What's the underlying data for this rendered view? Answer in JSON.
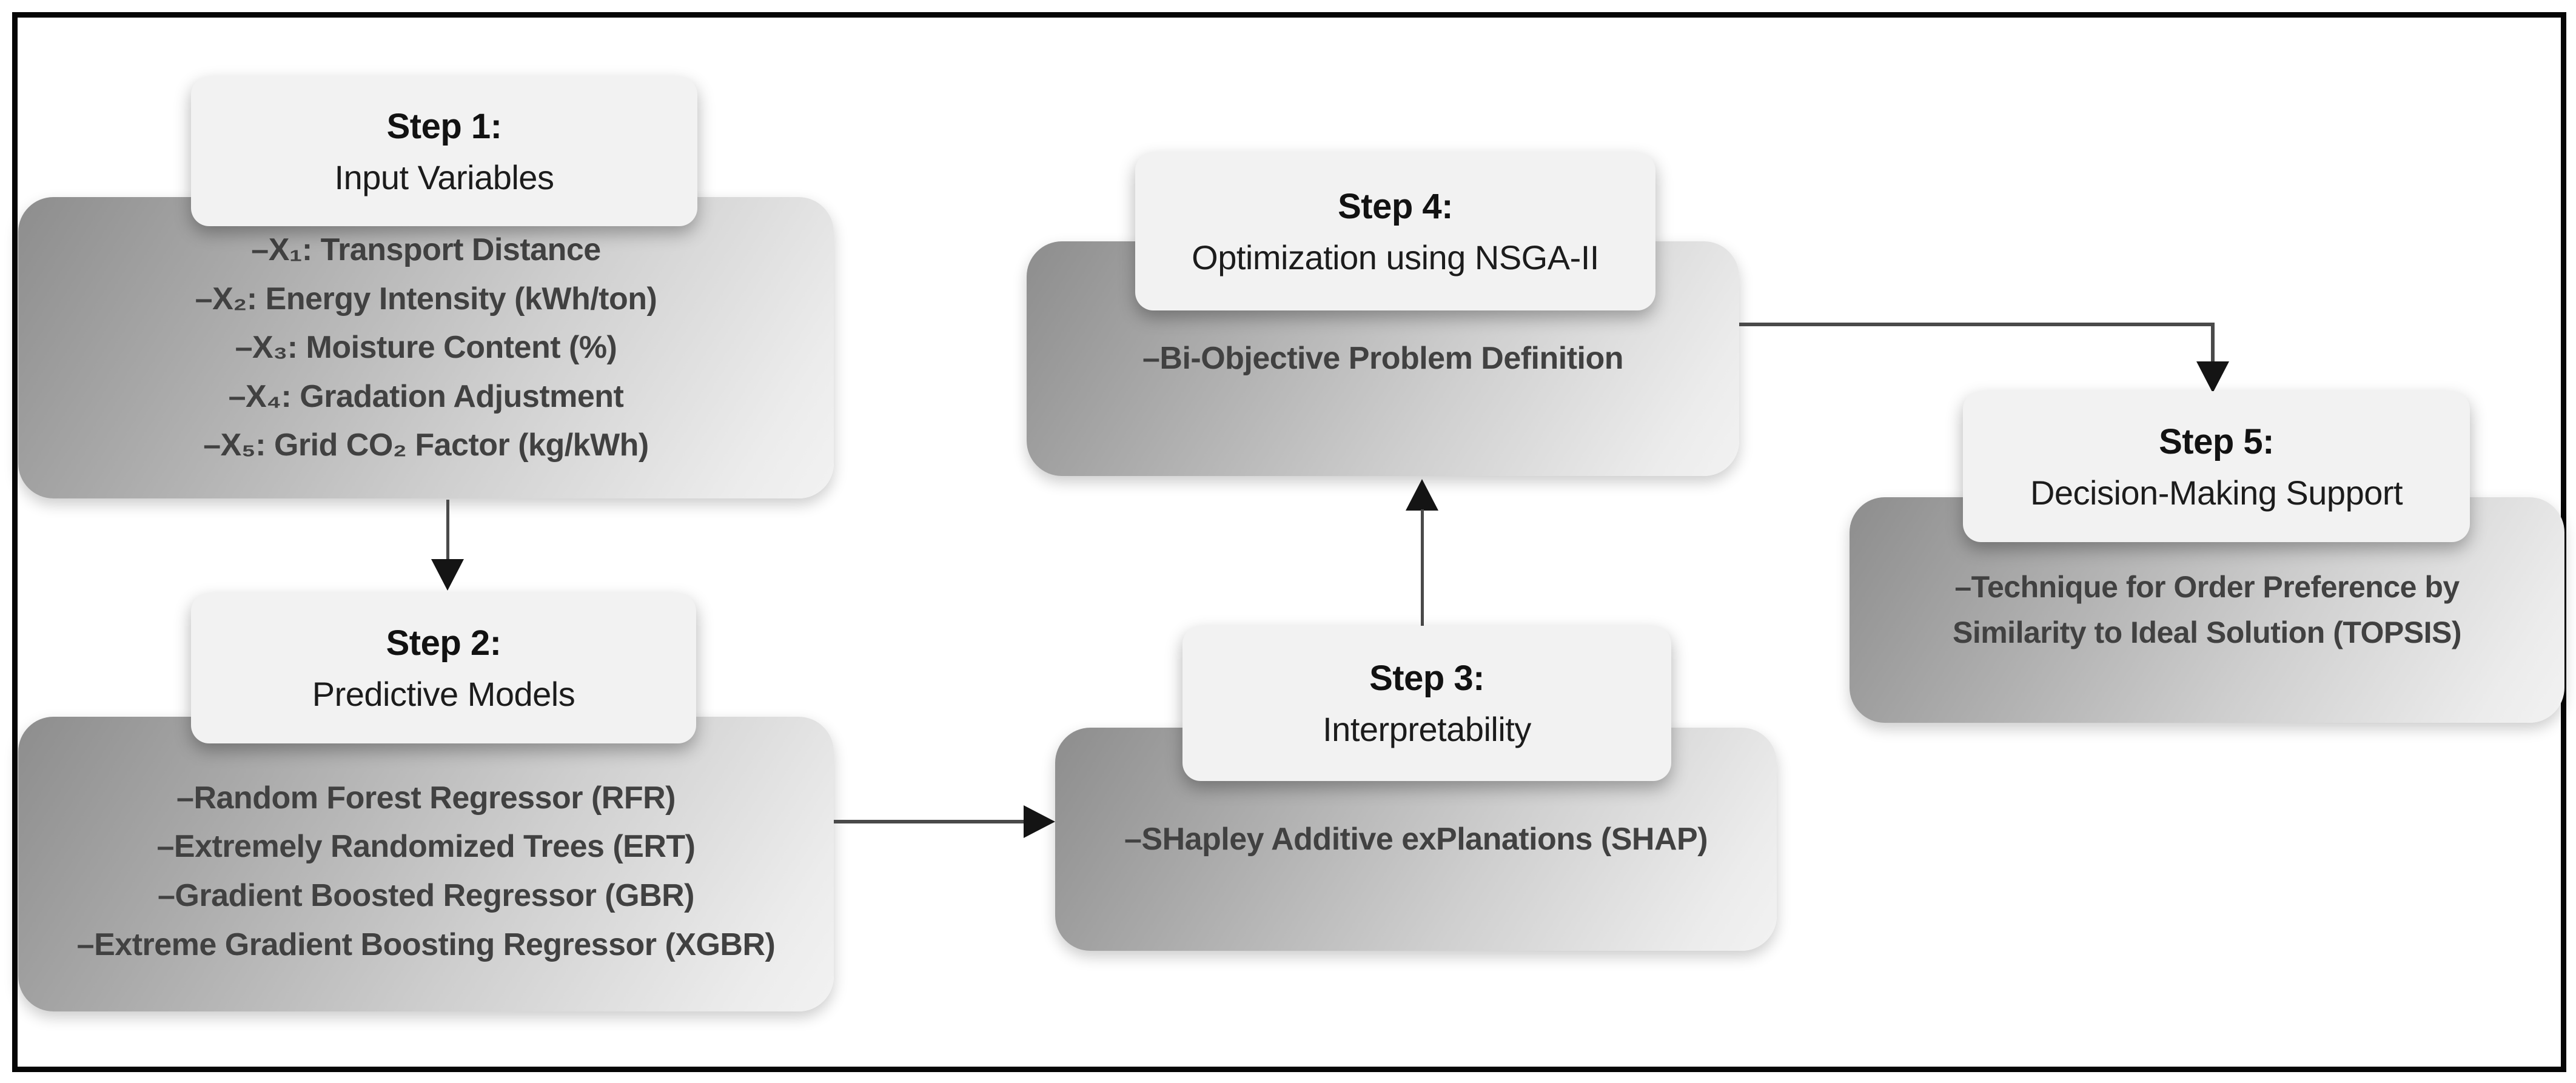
{
  "diagram": {
    "type": "flowchart",
    "steps": [
      {
        "label": "Step 1:",
        "title": "Input Variables",
        "items": [
          "–X₁: Transport Distance",
          "–X₂: Energy Intensity (kWh/ton)",
          "–X₃: Moisture Content (%)",
          "–X₄: Gradation Adjustment",
          "–X₅: Grid CO₂ Factor (kg/kWh)"
        ]
      },
      {
        "label": "Step 2:",
        "title": "Predictive Models",
        "items": [
          "–Random Forest Regressor (RFR)",
          "–Extremely Randomized Trees (ERT)",
          "–Gradient Boosted Regressor (GBR)",
          "–Extreme Gradient Boosting Regressor (XGBR)"
        ]
      },
      {
        "label": "Step 3:",
        "title": "Interpretability",
        "items": [
          "–SHapley Additive exPlanations (SHAP)"
        ]
      },
      {
        "label": "Step 4:",
        "title": "Optimization using NSGA-II",
        "items": [
          "–Bi-Objective Problem Definition"
        ]
      },
      {
        "label": "Step 5:",
        "title": "Decision-Making Support",
        "items": [
          "–Technique for Order Preference by Similarity to Ideal Solution (TOPSIS)"
        ]
      }
    ],
    "connectors": [
      {
        "from": "step-1",
        "to": "step-2",
        "direction": "down"
      },
      {
        "from": "step-2",
        "to": "step-3",
        "direction": "right"
      },
      {
        "from": "step-3",
        "to": "step-4",
        "direction": "up"
      },
      {
        "from": "step-4",
        "to": "step-5",
        "direction": "right-then-down"
      }
    ],
    "colors": {
      "background": "#ffffff",
      "frame_border": "#060606",
      "title_box_bg": "#f2f2f2",
      "body_gradient_start": "#8d8d8d",
      "body_gradient_end": "#f2f2f2",
      "title_text": "#121212",
      "item_text": "#414141",
      "arrow_line": "#4a4a4a",
      "arrow_head": "#141414"
    }
  }
}
